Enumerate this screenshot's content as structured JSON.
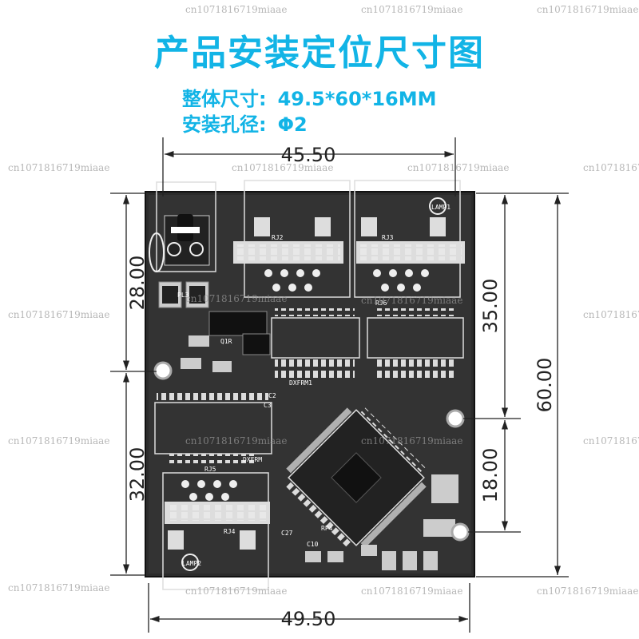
{
  "header": {
    "title": "产品安装定位尺寸图",
    "size_label": "整体尺寸:",
    "size_value": "49.5*60*16MM",
    "hole_label": "安装孔径:",
    "hole_value": "Φ2"
  },
  "dimensions": {
    "top_width": "45.50",
    "bottom_width": "49.50",
    "left_upper": "28.00",
    "left_lower": "32.00",
    "right_upper": "35.00",
    "right_lower": "18.00",
    "right_total": "60.00"
  },
  "silkscreen": {
    "rj2": "RJ2",
    "rj3": "RJ3",
    "rj4": "RJ4",
    "rj5": "RJ5",
    "rj6": "RJ6",
    "pl3": "PL3",
    "dxfrm1": "DXFRM1",
    "dxfrm": "DXFRM",
    "c2": "C2",
    "c3": "C3",
    "c10": "C10",
    "c27": "C27",
    "rp4": "RP4",
    "q1r": "Q1R",
    "lamp1": "LAMP1",
    "lamp2": "LAMP2"
  },
  "watermark": {
    "text": "cn1071816719miaae"
  },
  "colors": {
    "title": "#12b4e6",
    "board": "#2d2d2d",
    "dimension": "#222222"
  }
}
